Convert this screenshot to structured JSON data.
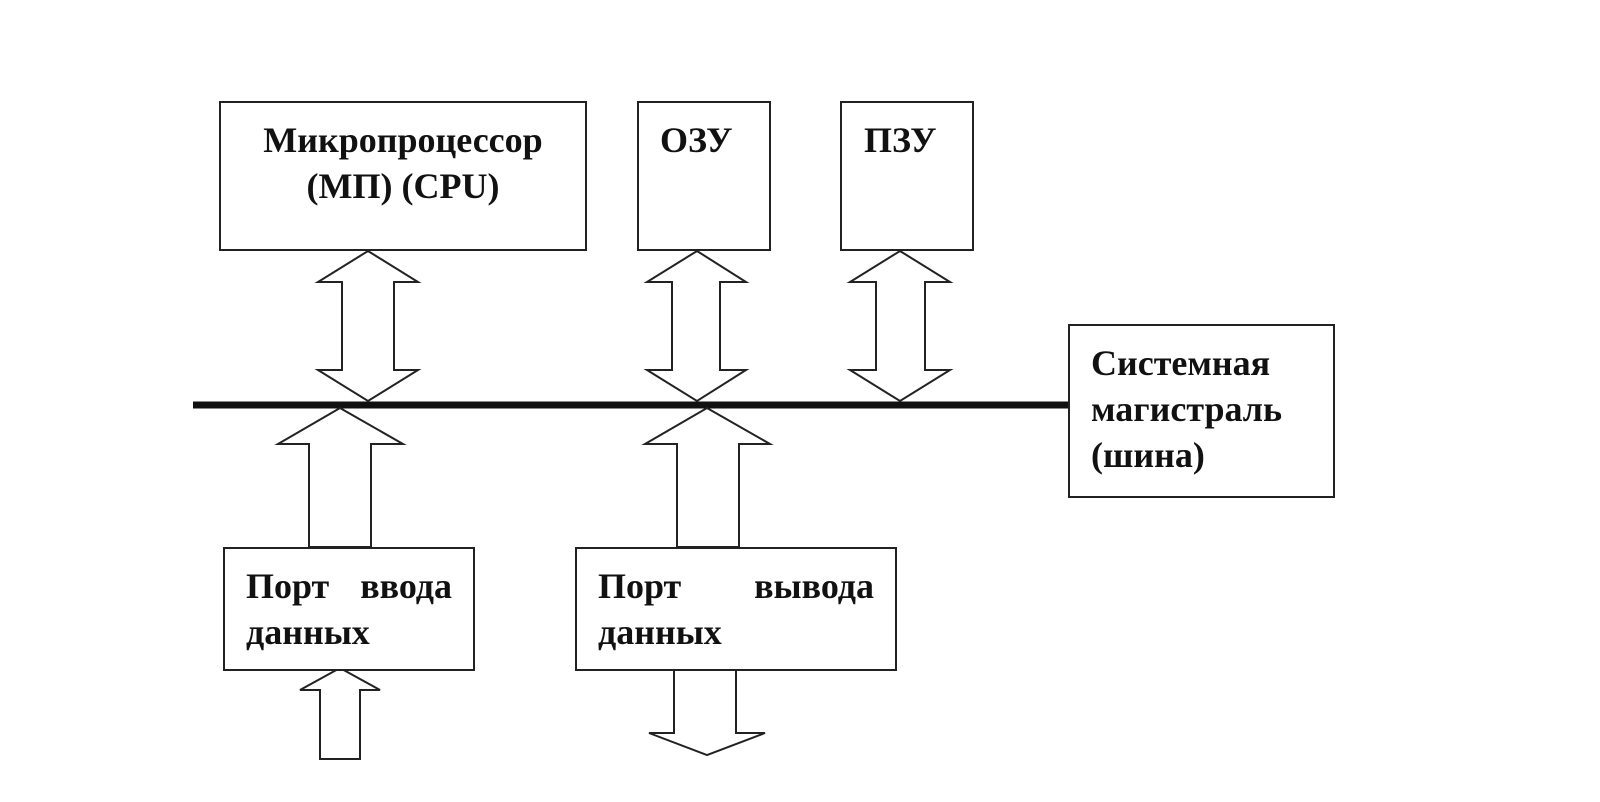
{
  "diagram": {
    "blocks": {
      "cpu": {
        "line1": "Микропроцессор",
        "line2": "(МП) (CPU)"
      },
      "ram": {
        "label": "ОЗУ"
      },
      "rom": {
        "label": "ПЗУ"
      },
      "bus": {
        "line1": "Системная",
        "line2": "магистраль",
        "line3": "(шина)"
      },
      "input_port": {
        "line1_a": "Порт",
        "line1_b": "ввода",
        "line2": "данных"
      },
      "output_port": {
        "line1_a": "Порт",
        "line1_b": "вывода",
        "line2": "данных"
      }
    },
    "colors": {
      "stroke": "#222222",
      "bus_line": "#111111",
      "text": "#111111",
      "background": "#ffffff"
    }
  }
}
